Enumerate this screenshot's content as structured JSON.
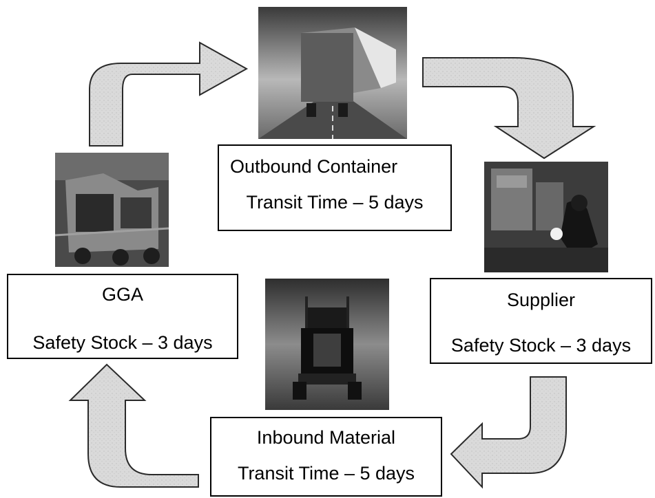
{
  "nodes": {
    "outbound": {
      "title": "Outbound Container",
      "subtitle": "Transit Time – 5 days",
      "icon": "truck-rear-photo-icon"
    },
    "supplier": {
      "title": "Supplier",
      "subtitle": "Safety Stock – 3 days",
      "icon": "welder-photo-icon"
    },
    "inbound": {
      "title": "Inbound Material",
      "subtitle": "Transit Time – 5 days",
      "icon": "truck-front-photo-icon"
    },
    "gga": {
      "title": "GGA",
      "subtitle": "Safety Stock – 3 days",
      "icon": "assembly-line-photo-icon"
    }
  },
  "arrows": [
    {
      "from": "gga",
      "to": "outbound"
    },
    {
      "from": "outbound",
      "to": "supplier"
    },
    {
      "from": "supplier",
      "to": "inbound"
    },
    {
      "from": "inbound",
      "to": "gga"
    }
  ],
  "colors": {
    "arrow_fill": "#d9d9d9",
    "arrow_stroke": "#2a2a2a",
    "box_border": "#000000"
  }
}
